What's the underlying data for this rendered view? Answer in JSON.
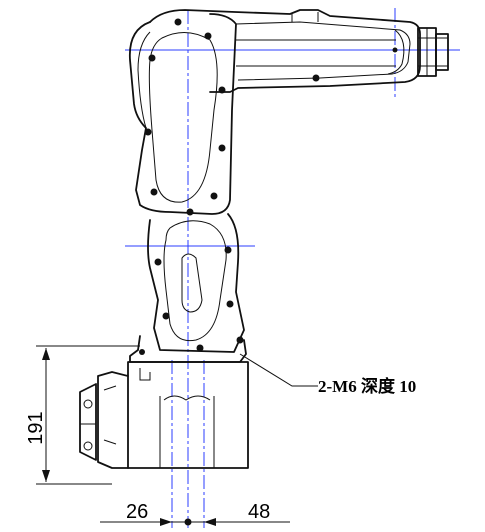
{
  "dimensions": {
    "height_label": "191",
    "left_offset_label": "26",
    "right_offset_label": "48"
  },
  "callout": {
    "text": "2-M6  深度 10"
  },
  "colors": {
    "outline": "#111111",
    "centerline": "#2b3cff"
  }
}
